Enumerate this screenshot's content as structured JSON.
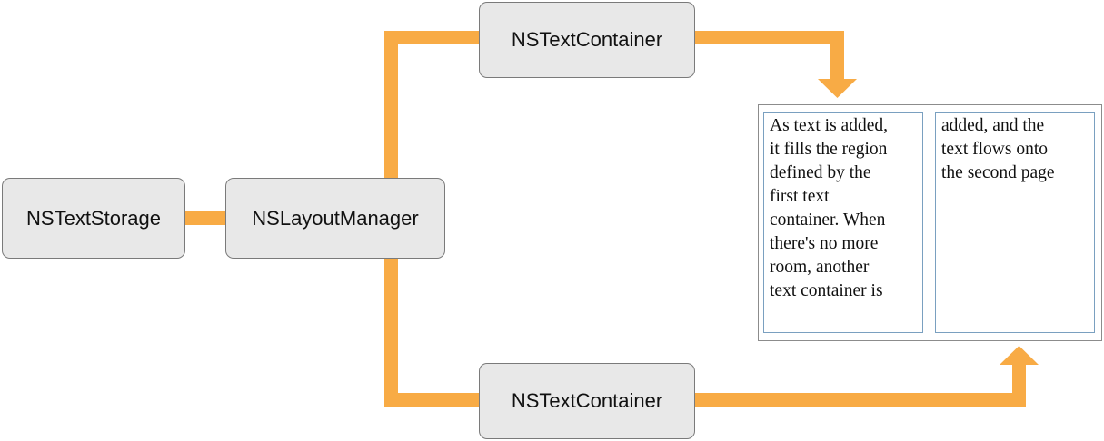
{
  "nodes": {
    "text_storage": "NSTextStorage",
    "layout_manager": "NSLayoutManager",
    "text_container_top": "NSTextContainer",
    "text_container_bottom": "NSTextContainer"
  },
  "pages": {
    "first": {
      "lines": [
        "As text is added,",
        "it fills the region",
        "defined by the",
        "first text",
        "container. When",
        "there's no more",
        "room, another",
        "text container is"
      ]
    },
    "second": {
      "lines": [
        "added, and the",
        "text flows onto",
        "the second page"
      ]
    }
  },
  "colors": {
    "connector": "#f8ab45",
    "node_fill": "#e8e8e8",
    "node_border": "#7a7a7a",
    "page_border": "#8c8c8c",
    "container_border": "#7aa0c0"
  }
}
